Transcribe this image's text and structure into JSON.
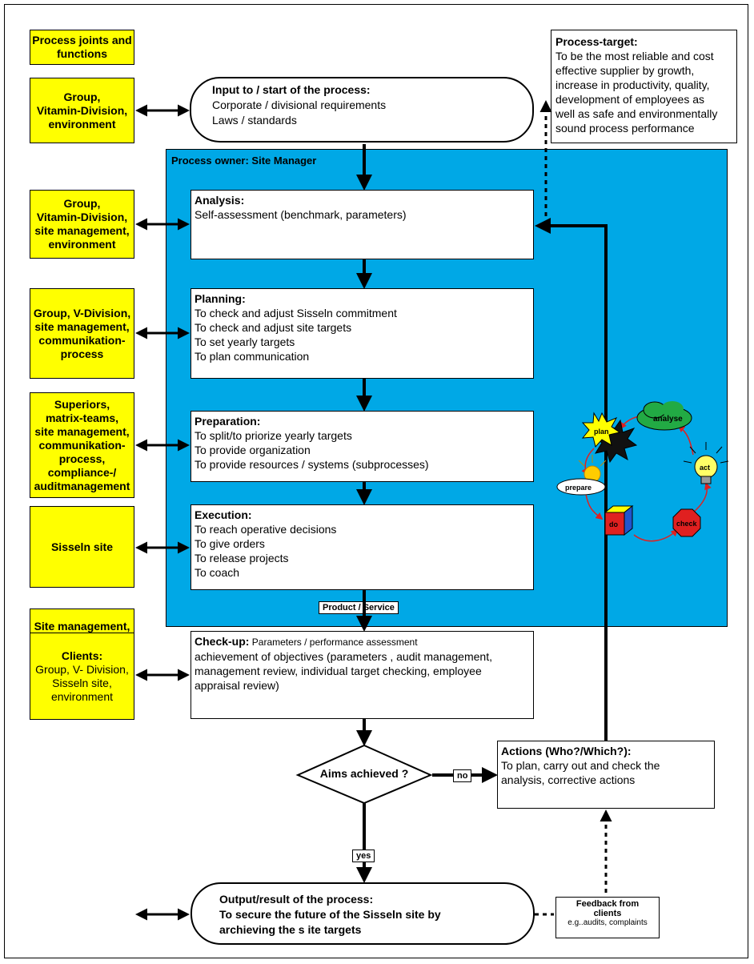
{
  "left_header": "Process joints and\nfunctions",
  "left_boxes": [
    "Group,\nVitamin-Division,\nenvironment",
    "Group,\nVitamin-Division,\nsite management,\nenvironment",
    "Group, V-Division,\nsite management,\ncommunikation-\nprocess",
    "Superiors,\nmatrix-teams,\nsite management,\ncommunikation-\nprocess,\ncompliance-/\nauditmanagement",
    "Sisseln site",
    "Site management,\nVitamin-Division,\nsuperiors,\nmatrix teams,\nauditors"
  ],
  "clients": {
    "title": "Clients:",
    "body": "Group, V- Division,\nSisseln site,\nenvironment"
  },
  "target": {
    "title": "Process-target:",
    "lines": [
      "To be the most reliable and cost",
      "effective supplier by growth,",
      "increase in productivity, quality,",
      "development of employees as",
      "well as safe and environmentally",
      "sound process performance"
    ]
  },
  "input": {
    "title": "Input to / start of the process:",
    "lines": [
      "Corporate / divisional requirements",
      "Laws / standards"
    ]
  },
  "owner_label": "Process owner:  Site Manager",
  "analysis": {
    "title": "Analysis:",
    "lines": [
      "Self-assessment  (benchmark, parameters)"
    ]
  },
  "planning": {
    "title": "Planning:",
    "lines": [
      "To check and adjust Sisseln commitment",
      "To check and adjust site targets",
      "To set  yearly targets",
      "To plan communication"
    ]
  },
  "preparation": {
    "title": "Preparation:",
    "lines": [
      "To split/to priorize  yearly targets",
      "To provide organization",
      "To provide resources / systems (subprocesses)"
    ]
  },
  "execution": {
    "title": "Execution:",
    "lines": [
      "To reach operative decisions",
      "To give orders",
      "To release projects",
      "To coach"
    ]
  },
  "product_service": "Product / Service",
  "checkup": {
    "title": "Check-up:",
    "subtitle": " Parameters / performance assessment",
    "lines": [
      "achievement of objectives (parameters  , audit management,",
      "management review,  individual target checking, employee",
      "appraisal review)"
    ]
  },
  "decision": "Aims achieved ?",
  "no_label": "no",
  "yes_label": "yes",
  "actions": {
    "title": "Actions (Who?/Which?):",
    "lines": [
      "To plan, carry out and check the",
      "analysis, corrective actions"
    ]
  },
  "output": {
    "title": "Output/result of the process:",
    "lines": [
      "To secure the future of the Sisseln site by",
      "archieving the s ite targets"
    ]
  },
  "feedback": {
    "title": "Feedback from\nclients",
    "body": "e.g..audits, complaints"
  },
  "cycle": {
    "plan": "plan",
    "analyse": "analyse",
    "act": "act",
    "check": "check",
    "do": "do",
    "prepare": "prepare"
  },
  "colors": {
    "yellow": "#ffff00",
    "blue": "#00a8e6",
    "red": "#e02020"
  }
}
